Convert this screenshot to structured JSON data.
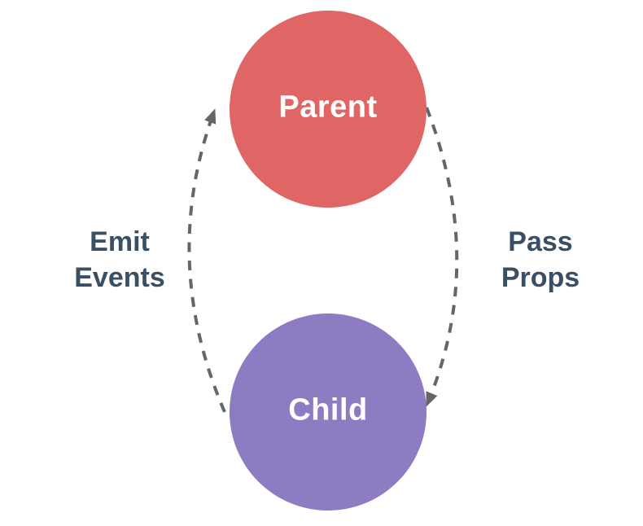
{
  "diagram": {
    "background": "#ffffff",
    "nodes": [
      {
        "id": "parent",
        "label": "Parent",
        "fill": "#e06666",
        "text_color": "#ffffff",
        "shape": "circle"
      },
      {
        "id": "child",
        "label": "Child",
        "fill": "#8e7cc3",
        "text_color": "#ffffff",
        "shape": "circle"
      }
    ],
    "edges": [
      {
        "id": "emit-events",
        "from": "child",
        "to": "parent",
        "side": "left",
        "label": "Emit Events",
        "lines": [
          "Emit",
          "Events"
        ],
        "style": "dashed",
        "direction": "upward"
      },
      {
        "id": "pass-props",
        "from": "parent",
        "to": "child",
        "side": "right",
        "label": "Pass Props",
        "lines": [
          "Pass",
          "Props"
        ],
        "style": "dashed",
        "direction": "downward"
      }
    ],
    "colors": {
      "arrow": "#666666",
      "edge_label_text": "#3a4f63"
    }
  }
}
